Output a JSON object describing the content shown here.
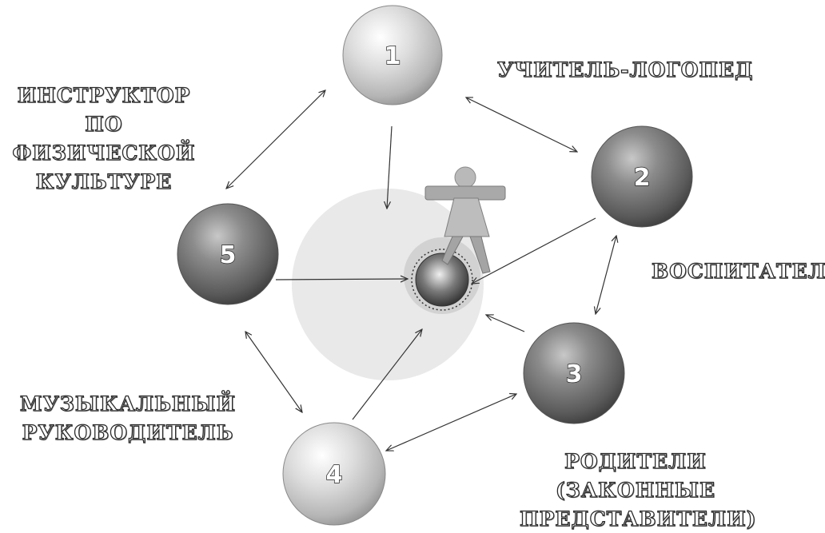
{
  "roles": [
    {
      "number": "1",
      "lines": [
        "УЧИТЕЛЬ-ЛОГОПЕД"
      ]
    },
    {
      "number": "2",
      "lines": [
        "ВОСПИТАТЕЛИ"
      ]
    },
    {
      "number": "3",
      "lines": [
        "РОДИТЕЛИ",
        "(ЗАКОННЫЕ",
        "ПРЕДСТАВИТЕЛИ)"
      ]
    },
    {
      "number": "4",
      "lines": [
        "МУЗЫКАЛЬНЫЙ",
        "РУКОВОДИТЕЛЬ"
      ]
    },
    {
      "number": "5",
      "lines": [
        "ИНСТРУКТОР",
        "ПО",
        "ФИЗИЧЕСКОЙ",
        "КУЛЬТУРЕ"
      ]
    }
  ],
  "center": {
    "icon": "child-figure-icon"
  },
  "colors": {
    "light_sphere": "#d8d8d8",
    "dark_sphere": "#6e6e6e",
    "halo": "#e9e9e9"
  }
}
